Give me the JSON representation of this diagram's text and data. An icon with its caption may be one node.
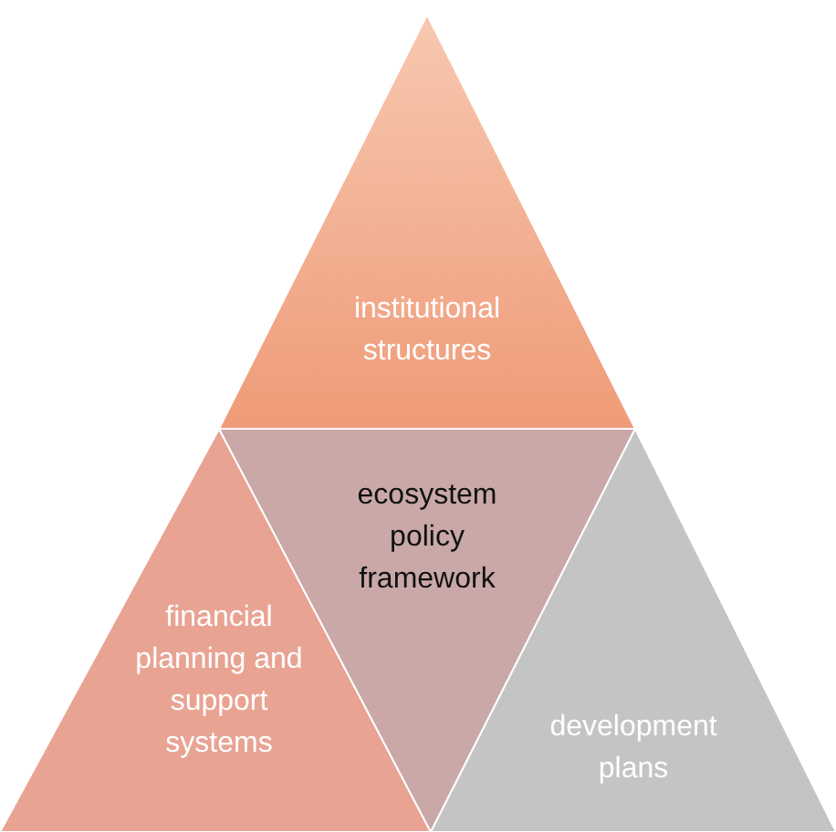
{
  "diagram": {
    "nodes": [
      {
        "text": [
          "institutional structures"
        ]
      },
      {
        "text": [
          "financial planning and support systems"
        ]
      },
      {
        "text": [
          "ecosystem policy framework"
        ]
      },
      {
        "text": [
          "development plans"
        ]
      }
    ]
  }
}
